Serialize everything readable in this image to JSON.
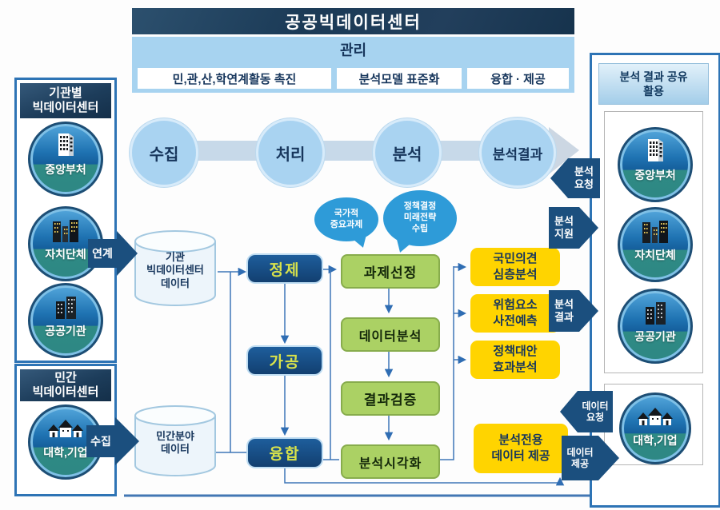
{
  "header": {
    "title": "공공빅데이터센터"
  },
  "management": {
    "title": "관리",
    "items": [
      "민,관,산,학연계활동 촉진",
      "분석모델 표준화",
      "융합 · 제공"
    ]
  },
  "flow": {
    "steps": [
      "수집",
      "처리",
      "분석",
      "분석결과"
    ]
  },
  "left_top_panel": {
    "title": "기관별\n빅데이터센터",
    "items": [
      "중앙부처",
      "자치단체",
      "공공기관"
    ]
  },
  "left_bottom_panel": {
    "title": "민간\n빅데이터센터",
    "items": [
      "대학,기업"
    ]
  },
  "link_arrows": {
    "link": "연계",
    "collect": "수집"
  },
  "cylinders": {
    "org": "기관\n빅데이터센터\n데이터",
    "private": "민간분야\n데이터"
  },
  "process_boxes": [
    "정제",
    "가공",
    "융합"
  ],
  "clouds": [
    "국가적\n중요과제",
    "정책결정\n미래전략\n수립"
  ],
  "analysis_steps": [
    "과제선정",
    "데이터분석",
    "결과검증",
    "분석시각화"
  ],
  "output_boxes": [
    "국민의견\n심층분석",
    "위험요소\n사전예측",
    "정책대안\n효과분석",
    "분석전용\n데이터 제공"
  ],
  "right_panel": {
    "title": "분석 결과 공유\n활용",
    "items": [
      "중앙부처",
      "자치단체",
      "공공기관",
      "대학,기업"
    ]
  },
  "side_arrows": {
    "request": "분석\n요청",
    "support": "분석\n지원",
    "result": "분석\n결과",
    "data_request": "데이터\n요청",
    "data_provide": "데이터\n제공"
  },
  "colors": {
    "navy": "#1b4f7e",
    "panel_border": "#2e74b5",
    "light_blue": "#a7d3f0",
    "green": "#abd164",
    "yellow": "#ffd400",
    "cloud_blue": "#2e9bd8",
    "process_text": "#d8e24b",
    "connector": "#3f76b8"
  }
}
